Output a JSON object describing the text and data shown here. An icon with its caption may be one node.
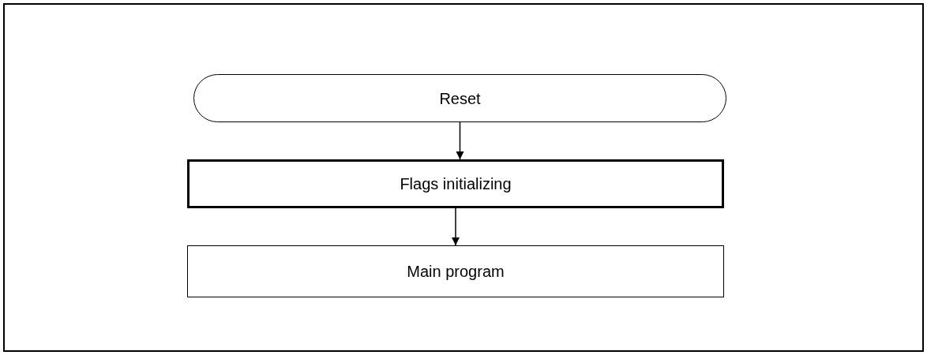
{
  "diagram": {
    "nodes": [
      {
        "text": [
          "Reset"
        ]
      },
      {
        "text": [
          "Flags initializing"
        ]
      },
      {
        "text": [
          "Main program"
        ]
      }
    ],
    "edges": [
      {
        "from": 0,
        "to": 1,
        "arrow": "to"
      },
      {
        "from": 1,
        "to": 2,
        "arrow": "to"
      }
    ]
  }
}
